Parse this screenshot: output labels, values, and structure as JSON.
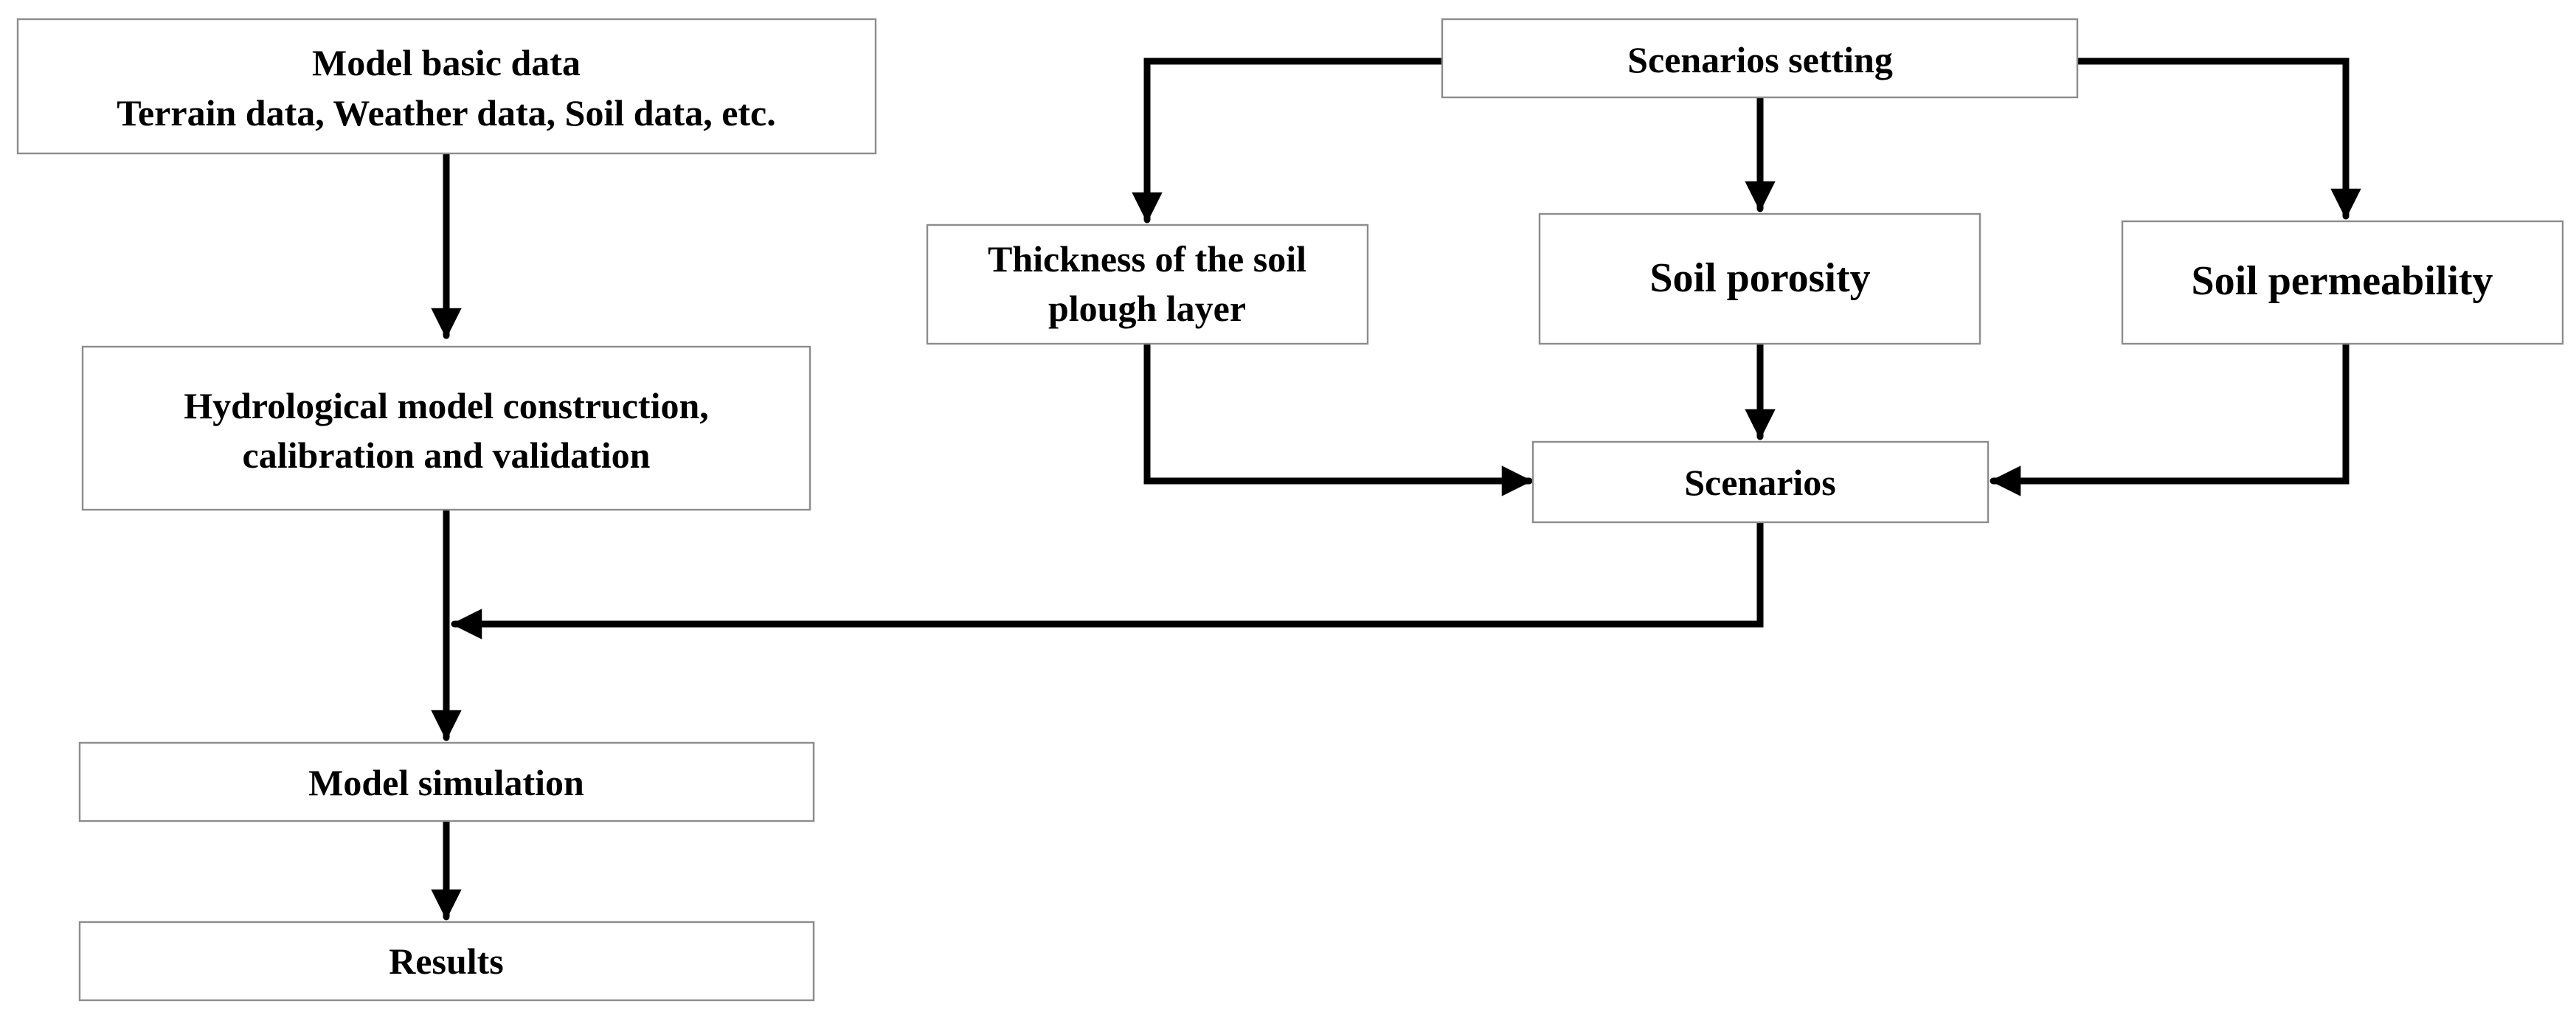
{
  "nodes": {
    "basic_data": {
      "line1": "Model basic data",
      "line2": "Terrain data, Weather data, Soil data, etc."
    },
    "construction": {
      "line1": "Hydrological model construction,",
      "line2": "calibration and validation"
    },
    "simulation": {
      "label": "Model simulation"
    },
    "results": {
      "label": "Results"
    },
    "scenarios_setting": {
      "label": "Scenarios setting"
    },
    "plough_layer": {
      "line1": "Thickness of the soil",
      "line2": "plough layer"
    },
    "porosity": {
      "label": "Soil porosity"
    },
    "permeability": {
      "label": "Soil permeability"
    },
    "scenarios": {
      "label": "Scenarios"
    }
  },
  "colors": {
    "box_border": "#8c8c8c",
    "arrow": "#000000",
    "text": "#000000",
    "background": "#ffffff"
  }
}
